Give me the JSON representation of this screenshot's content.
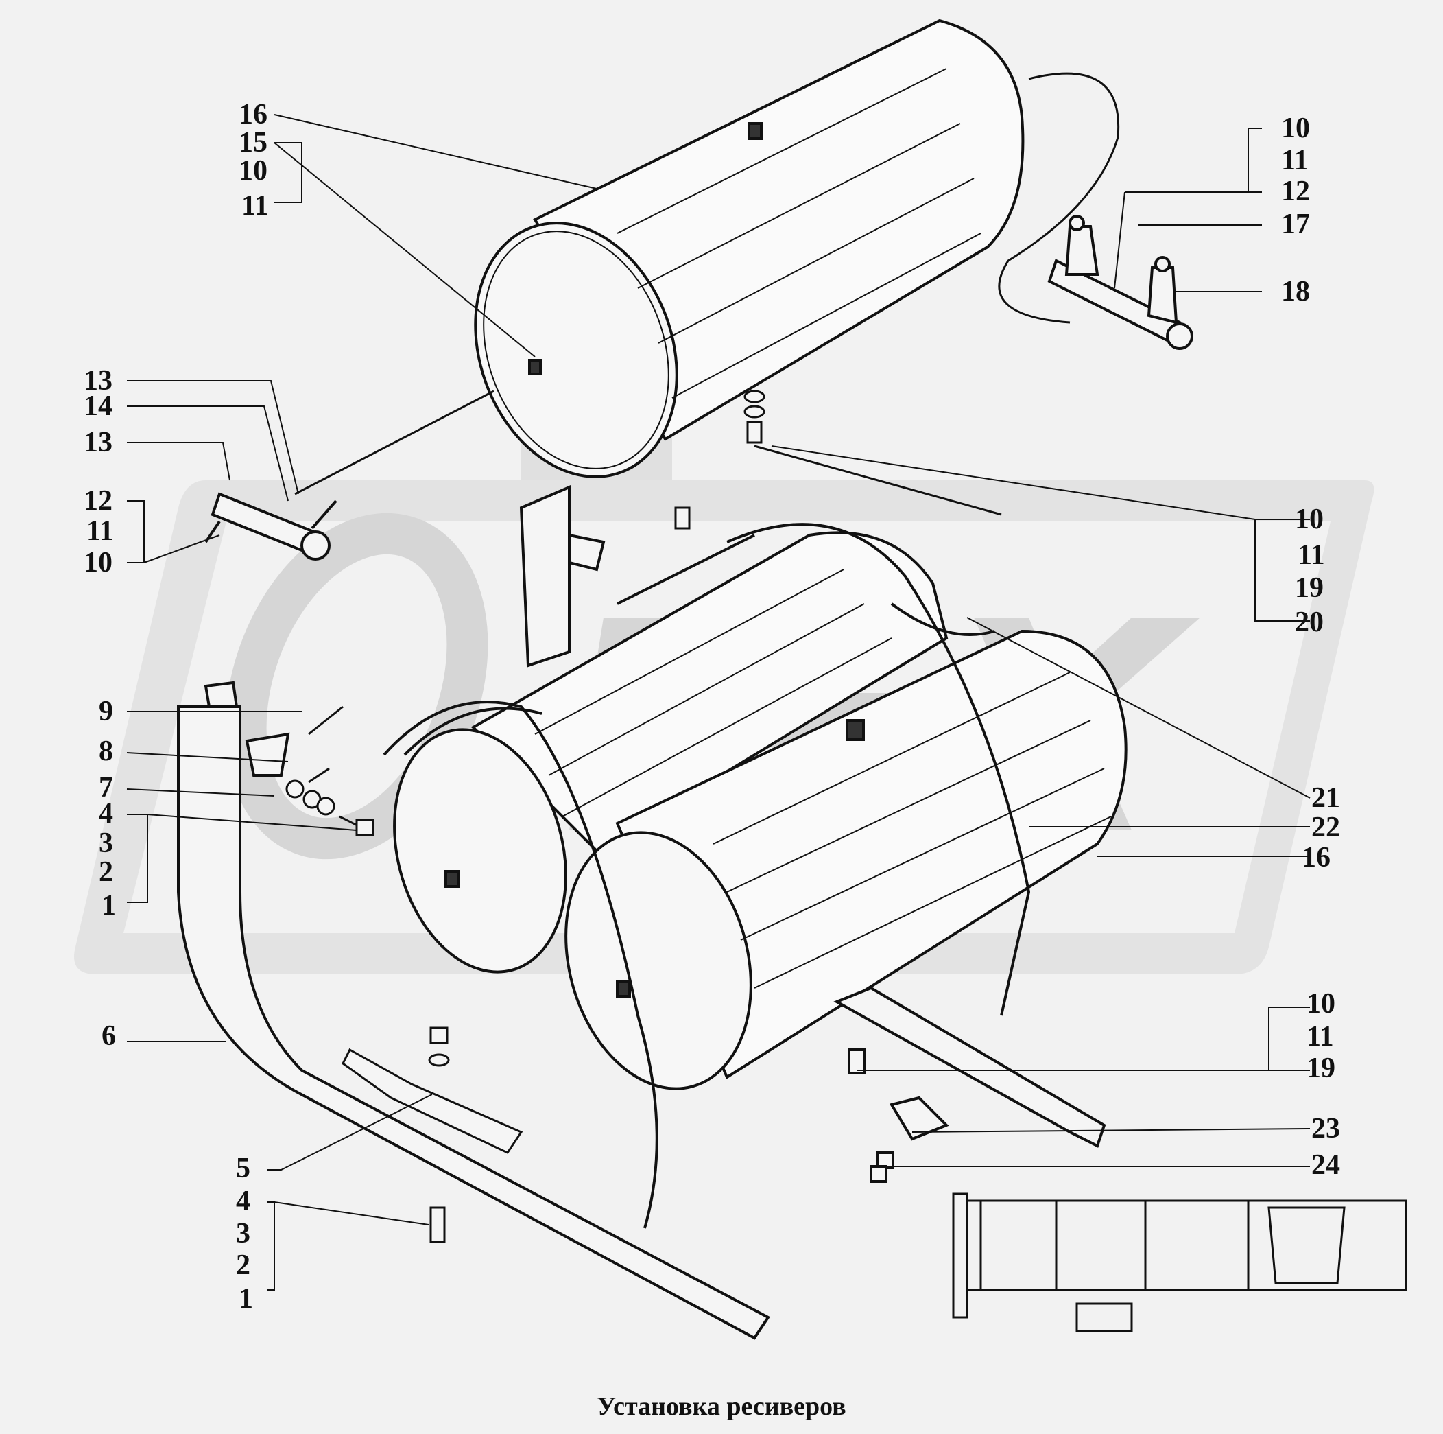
{
  "caption": "Установка ресиверов",
  "watermark": {
    "text": "OPEX",
    "color": "#d8d8d8"
  },
  "callouts": [
    {
      "id": "c16a",
      "label": "16"
    },
    {
      "id": "c15",
      "label": "15"
    },
    {
      "id": "c10a",
      "label": "10"
    },
    {
      "id": "c11a",
      "label": "11"
    },
    {
      "id": "c10b",
      "label": "10"
    },
    {
      "id": "c11b",
      "label": "11"
    },
    {
      "id": "c12a",
      "label": "12"
    },
    {
      "id": "c17",
      "label": "17"
    },
    {
      "id": "c18",
      "label": "18"
    },
    {
      "id": "c13a",
      "label": "13"
    },
    {
      "id": "c14",
      "label": "14"
    },
    {
      "id": "c13b",
      "label": "13"
    },
    {
      "id": "c12b",
      "label": "12"
    },
    {
      "id": "c11c",
      "label": "11"
    },
    {
      "id": "c10c",
      "label": "10"
    },
    {
      "id": "c10d",
      "label": "10"
    },
    {
      "id": "c11d",
      "label": "11"
    },
    {
      "id": "c19a",
      "label": "19"
    },
    {
      "id": "c20",
      "label": "20"
    },
    {
      "id": "c9",
      "label": "9"
    },
    {
      "id": "c8",
      "label": "8"
    },
    {
      "id": "c7",
      "label": "7"
    },
    {
      "id": "c4a",
      "label": "4"
    },
    {
      "id": "c3a",
      "label": "3"
    },
    {
      "id": "c2a",
      "label": "2"
    },
    {
      "id": "c1a",
      "label": "1"
    },
    {
      "id": "c21",
      "label": "21"
    },
    {
      "id": "c22",
      "label": "22"
    },
    {
      "id": "c16b",
      "label": "16"
    },
    {
      "id": "c6",
      "label": "6"
    },
    {
      "id": "c10e",
      "label": "10"
    },
    {
      "id": "c11e",
      "label": "11"
    },
    {
      "id": "c19b",
      "label": "19"
    },
    {
      "id": "c23",
      "label": "23"
    },
    {
      "id": "c24",
      "label": "24"
    },
    {
      "id": "c5",
      "label": "5"
    },
    {
      "id": "c4b",
      "label": "4"
    },
    {
      "id": "c3b",
      "label": "3"
    },
    {
      "id": "c2b",
      "label": "2"
    },
    {
      "id": "c1b",
      "label": "1"
    }
  ]
}
